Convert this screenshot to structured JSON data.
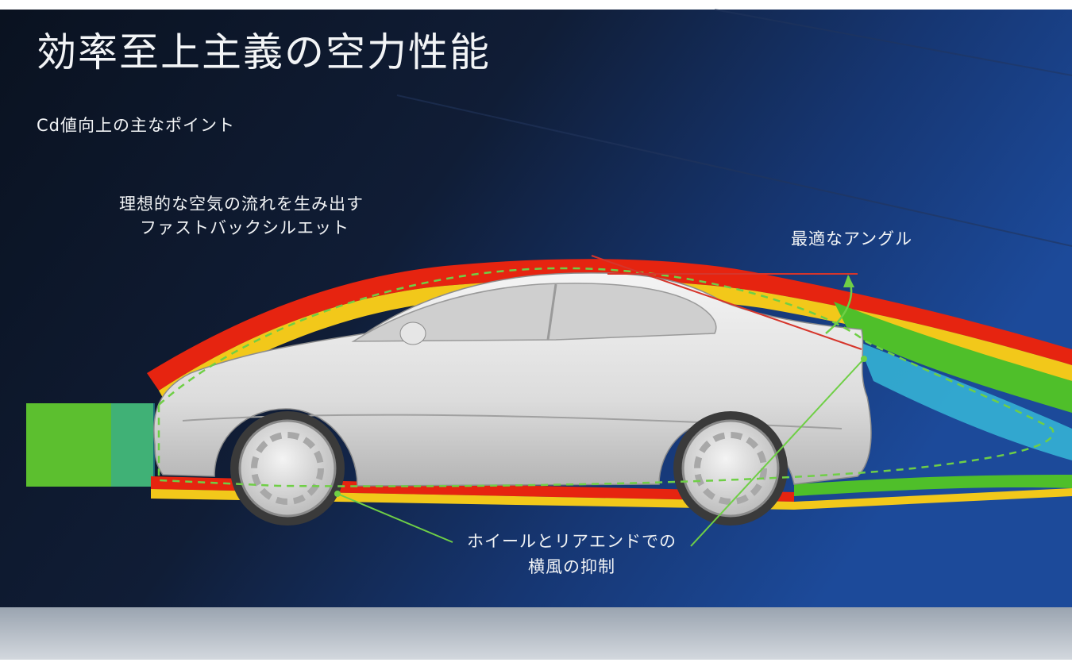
{
  "title": "効率至上主義の空力性能",
  "subtitle": "Cd値向上の主なポイント",
  "annotations": {
    "fastback": {
      "line1": "理想的な空気の流れを生み出す",
      "line2": "ファストバックシルエット"
    },
    "angle": "最適なアングル",
    "wheel_rear": {
      "line1": "ホイールとリアエンドでの",
      "line2": "横風の抑制"
    }
  },
  "colors": {
    "background_dark": "#0b1424",
    "background_blue": "#1a3f86",
    "floor": "#c7cdd3",
    "flow_red": "#e62410",
    "flow_yellow": "#f2c81a",
    "flow_green": "#4fbf2a",
    "flow_cyan": "#36b7d8",
    "leader_line": "#6fcf46",
    "angle_line": "#d6352b"
  }
}
